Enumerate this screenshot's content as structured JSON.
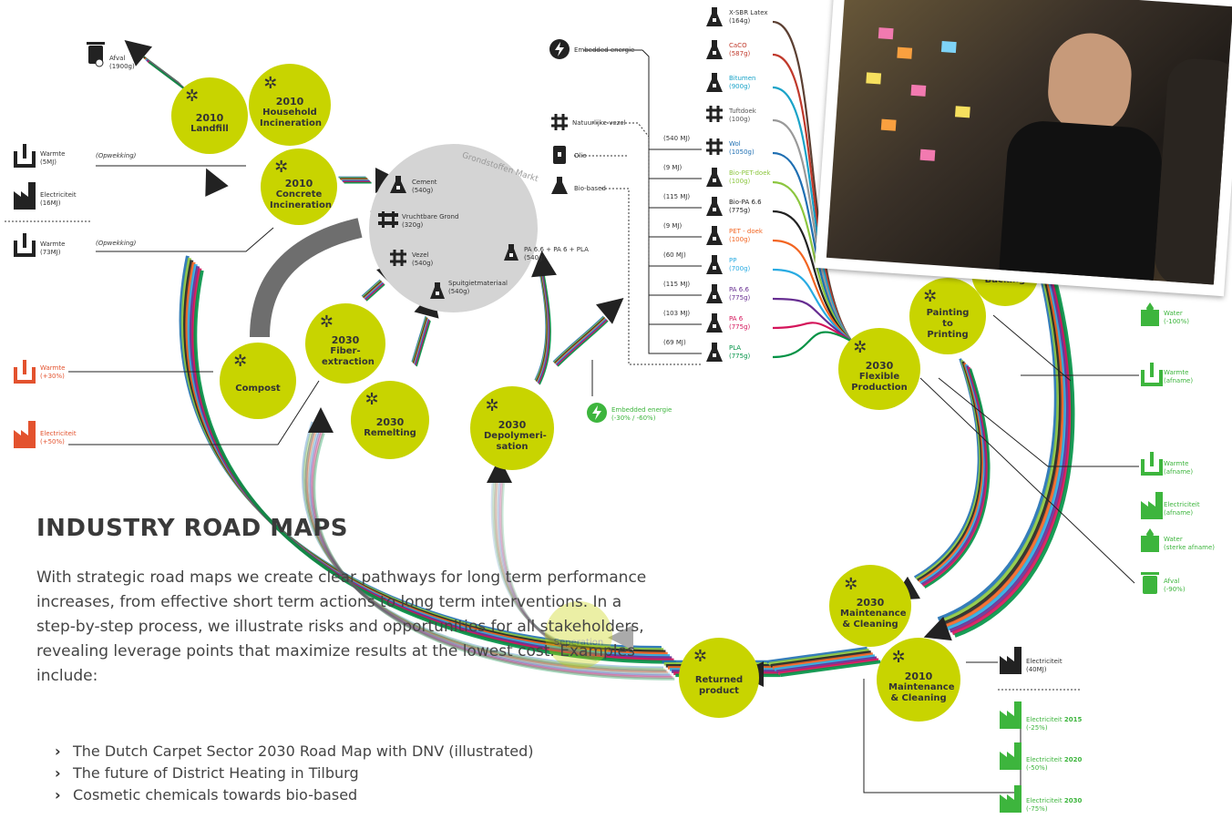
{
  "heading": "INDUSTRY ROAD MAPS",
  "intro": "With strategic road maps we create clear pathways for long term performance increases, from effective short term actions to long term interventions. In a step-by-step process, we illustrate risks and opportunities for all stakeholders, revealing leverage points that maximize results at the lowest cost. Examples include:",
  "examples": [
    "The Dutch Carpet Sector 2030 Road Map with DNV (illustrated)",
    "The future of District Heating in Tilburg",
    "Cosmetic chemicals towards bio-based"
  ],
  "bullet": "›",
  "colors": {
    "node": "#c8d400",
    "warm": "#e3522e",
    "green": "#3db53d",
    "market": "#d4d4d4"
  },
  "nodes": {
    "landfill": {
      "year": "2010",
      "label": "Landfill"
    },
    "household": {
      "year": "2010",
      "label": "Household Incineration"
    },
    "concrete": {
      "year": "2010",
      "label": "Concrete Incineration"
    },
    "compost": {
      "label": "Compost"
    },
    "fiber": {
      "year": "2030",
      "label": "Fiber-extraction"
    },
    "remelting": {
      "year": "2030",
      "label": "Remelting"
    },
    "depoly": {
      "year": "2030",
      "label": "Depolymeri-sation"
    },
    "backing": {
      "label": "Backing"
    },
    "painting": {
      "label": "Painting to Printing"
    },
    "flexible": {
      "year": "2030",
      "label": "Flexible Production"
    },
    "maint2030": {
      "year": "2030",
      "label": "Maintenance & Cleaning"
    },
    "maint2010": {
      "year": "2010",
      "label": "Maintenance & Cleaning"
    },
    "returned": {
      "label": "Returned product"
    },
    "seperation": {
      "label": "Seperation"
    }
  },
  "market": {
    "title": "Grondstoffen Markt",
    "cement": "Cement",
    "cement_q": "(540g)",
    "grond": "Vruchtbare Grond",
    "grond_q": "(320g)",
    "vezel": "Vezel",
    "vezel_q": "(540g)",
    "spuit": "Spuitgietmateriaal",
    "spuit_q": "(540g)",
    "pa": "PA 6.6 + PA 6 + PLA",
    "pa_q": "(540g)"
  },
  "left": {
    "afval": "Afval",
    "afval_q": "(1900g)",
    "warmte1": "Warmte",
    "warmte1_q": "(5MJ)",
    "elec1": "Electriciteit",
    "elec1_q": "(16MJ)",
    "warmte2": "Warmte",
    "warmte2_q": "(73MJ)",
    "opw1": "(Opwekking)",
    "opw2": "(Opwekking)",
    "warmte3": "Warmte",
    "warmte3_q": "(+30%)",
    "elec3": "Electriciteit",
    "elec3_q": "(+50%)"
  },
  "inputs": {
    "embedded": "Embedded energie",
    "natuur": "Natuurlijke vezel",
    "olie": "Olie",
    "bio": "Bio-based",
    "embedded2": "Embedded energie",
    "embedded2_q": "(-30% / -60%)"
  },
  "materials": [
    {
      "name": "X-SBR Latex",
      "q": "(164g)",
      "color": "#333333",
      "mj": ""
    },
    {
      "name": "CaCO",
      "q": "(587g)",
      "color": "#c0392b",
      "mj": ""
    },
    {
      "name": "Bitumen",
      "q": "(900g)",
      "color": "#1aa3c8",
      "mj": ""
    },
    {
      "name": "Tuftdoek",
      "q": "(100g)",
      "color": "#555555",
      "mj": ""
    },
    {
      "name": "Wol",
      "q": "(1050g)",
      "color": "#1f6fb2",
      "mj": "(540 MJ)"
    },
    {
      "name": "Bio-PET-doek",
      "q": "(100g)",
      "color": "#8cc63f",
      "mj": "(9 MJ)"
    },
    {
      "name": "Bio-PA 6.6",
      "q": "(775g)",
      "color": "#222222",
      "mj": "(115 MJ)"
    },
    {
      "name": "PET - doek",
      "q": "(100g)",
      "color": "#f26522",
      "mj": "(9 MJ)"
    },
    {
      "name": "PP",
      "q": "(700g)",
      "color": "#29abe2",
      "mj": "(60 MJ)"
    },
    {
      "name": "PA 6.6",
      "q": "(775g)",
      "color": "#662d91",
      "mj": "(115 MJ)"
    },
    {
      "name": "PA 6",
      "q": "(775g)",
      "color": "#d4145a",
      "mj": "(103 MJ)"
    },
    {
      "name": "PLA",
      "q": "(775g)",
      "color": "#009245",
      "mj": "(69 MJ)"
    }
  ],
  "right": {
    "water1": "Water",
    "water1_q": "(-100%)",
    "warmte_a": "Warmte",
    "warmte_a_q": "(afname)",
    "warmte_b": "Warmte",
    "warmte_b_q": "(afname)",
    "elec_b": "Electriciteit",
    "elec_b_q": "(afname)",
    "water2": "Water",
    "water2_q": "(sterke afname)",
    "afval": "Afval",
    "afval_q": "(-90%)",
    "elec40": "Electriciteit",
    "elec40_q": "(40MJ)",
    "e2015": "Electriciteit",
    "e2015_y": "2015",
    "e2015_q": "(-25%)",
    "e2020": "Electriciteit",
    "e2020_y": "2020",
    "e2020_q": "(-50%)",
    "e2030": "Electriciteit",
    "e2030_y": "2030",
    "e2030_q": "(-75%)"
  }
}
